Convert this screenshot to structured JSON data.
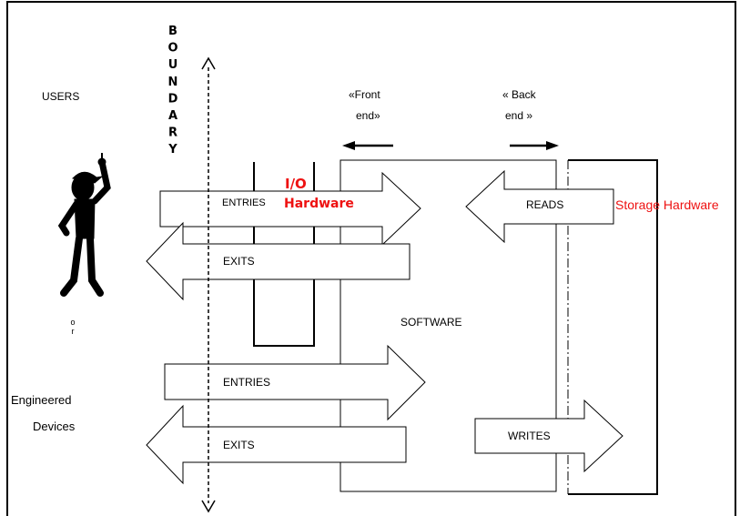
{
  "labels": {
    "boundary": "BOUNDARY",
    "users": "USERS",
    "or": "or",
    "engineered_devices_line1": "Engineered",
    "engineered_devices_line2": "Devices",
    "front_end_line1": "«Front",
    "front_end_line2": "end»",
    "back_end_line1": "« Back",
    "back_end_line2": "end »",
    "io_hardware_line1": "I/O",
    "io_hardware_line2": "Hardware",
    "storage_hardware": "Storage Hardware",
    "software": "SOFTWARE"
  },
  "arrows": {
    "entries_top": "ENTRIES",
    "exits_top": "EXITS",
    "reads": "READS",
    "entries_bottom": "ENTRIES",
    "exits_bottom": "EXITS",
    "writes": "WRITES"
  },
  "colors": {
    "hardware_label": "#ee1111",
    "line": "#000000"
  }
}
